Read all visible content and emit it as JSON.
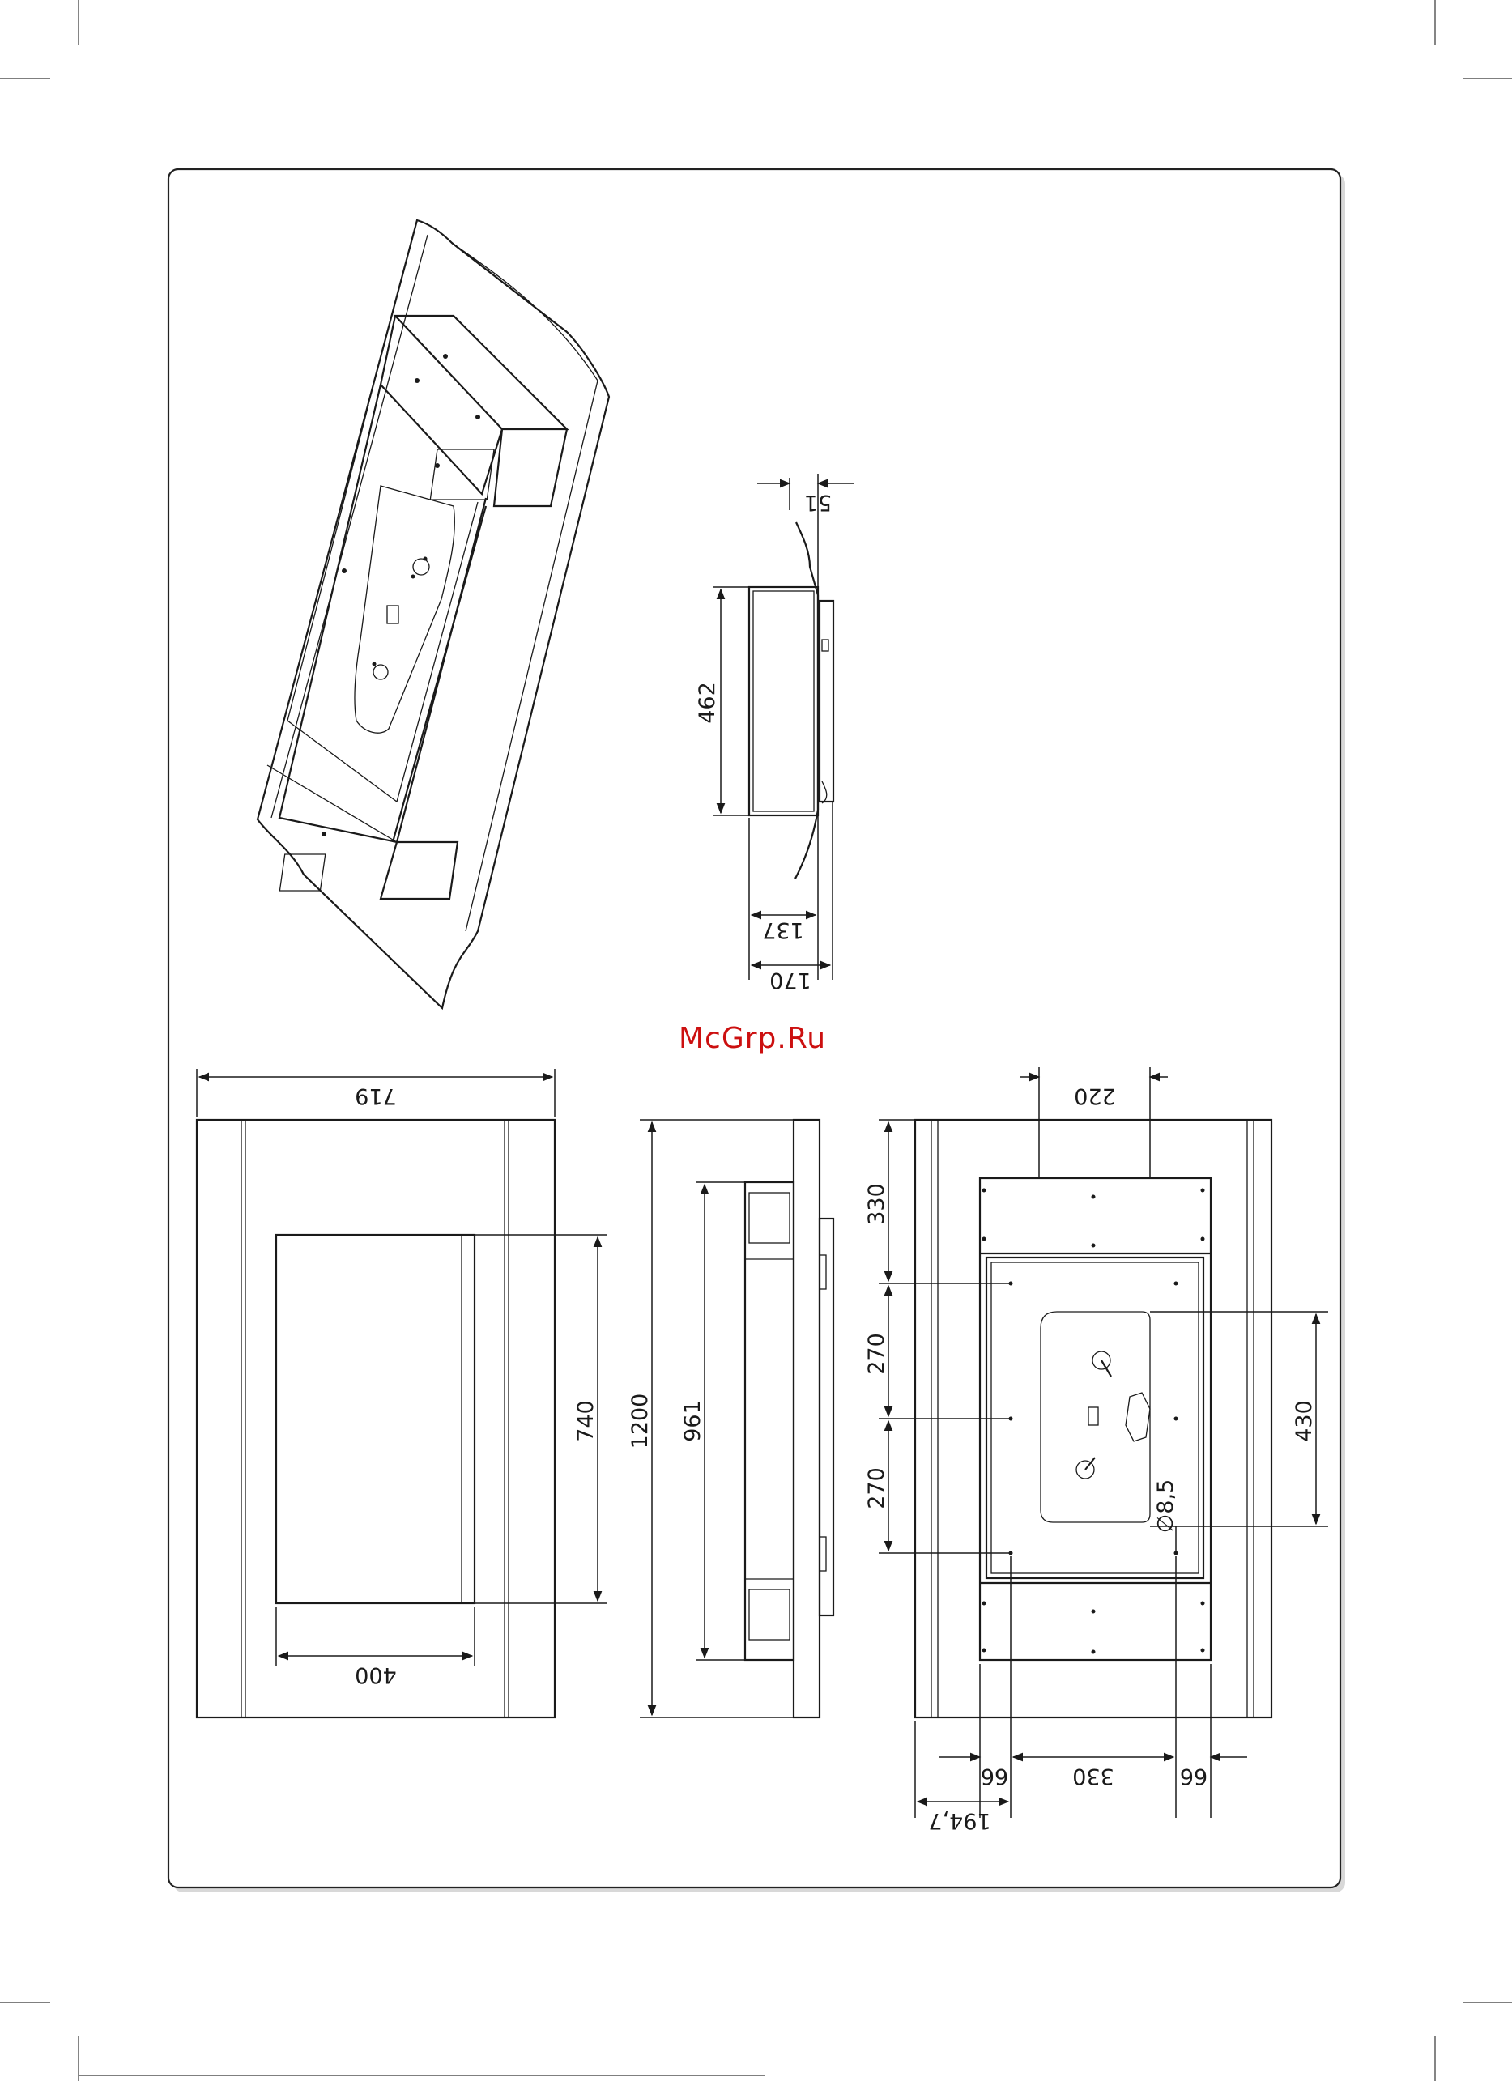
{
  "watermark": "McGrp.Ru",
  "side_view": {
    "dim_top": "51",
    "dim_height": "462",
    "dim_inner_depth": "137",
    "dim_total_depth": "170"
  },
  "front_view": {
    "dim_width": "719",
    "dim_glass_height": "740",
    "dim_glass_width": "400"
  },
  "section_view": {
    "dim_overall_height": "1200",
    "dim_box_height": "961"
  },
  "rear_view": {
    "dim_top_spacing": "220",
    "dim_upper": "330",
    "dim_middle_1": "270",
    "dim_middle_2": "270",
    "dim_bracket": "430",
    "dim_hole": "∅8,5",
    "dim_left_offset": "66",
    "dim_center": "330",
    "dim_right_offset": "66",
    "dim_edge": "194,7"
  }
}
